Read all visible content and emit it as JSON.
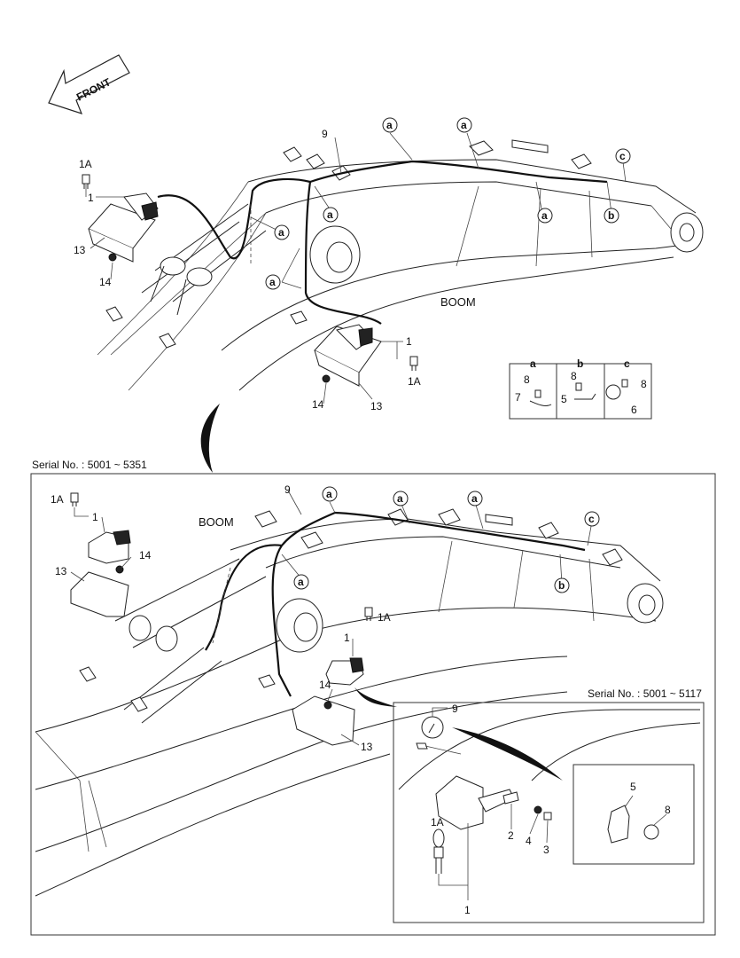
{
  "front_arrow": {
    "text": "FRONT"
  },
  "top_section": {
    "boom_label": "BOOM",
    "callouts": {
      "p1_top": "1",
      "p1a_top": "1A",
      "p13_top": "13",
      "p14_top": "14",
      "p9_top": "9",
      "p1_mid": "1",
      "p1a_mid": "1A",
      "p13_mid": "13",
      "p14_mid": "14"
    },
    "clamp_markers": {
      "a": "a",
      "b": "b",
      "c": "c"
    },
    "legend_box": {
      "headers": [
        "a",
        "b",
        "c"
      ],
      "a_parts": [
        "8",
        "7"
      ],
      "b_parts": [
        "8",
        "5"
      ],
      "c_parts": [
        "8",
        "6"
      ]
    }
  },
  "bottom_section": {
    "serial_label": "Serial No. : 5001 ~ 5351",
    "boom_label": "BOOM",
    "callouts": {
      "p1a_left": "1A",
      "p1_left": "1",
      "p13_left": "13",
      "p14_left": "14",
      "p9": "9",
      "p1a_mid": "1A",
      "p1_mid": "1",
      "p14_mid": "14",
      "p13_mid": "13"
    },
    "inset": {
      "serial_label": "Serial No. : 5001 ~ 5117",
      "callouts": {
        "p9": "9",
        "p1a": "1A",
        "p2": "2",
        "p4": "4",
        "p3": "3",
        "p1": "1"
      },
      "sub_inset": {
        "p5": "5",
        "p8": "8"
      }
    }
  }
}
